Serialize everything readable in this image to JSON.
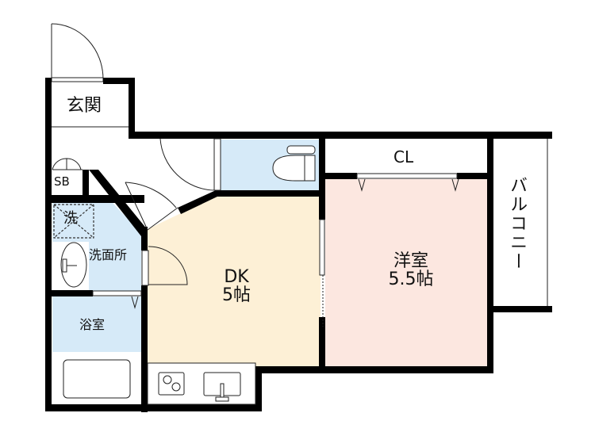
{
  "floorplan": {
    "colors": {
      "wall": "#000000",
      "wet_area": "#d6eaf8",
      "dk": "#fdf0d6",
      "western_room": "#fce7e0",
      "background": "#ffffff"
    },
    "rooms": {
      "genkan": {
        "label": "玄関"
      },
      "shoe_box": {
        "label": "SB"
      },
      "washer": {
        "label": "洗"
      },
      "washroom": {
        "label": "洗面所"
      },
      "bathroom": {
        "label": "浴室"
      },
      "dk": {
        "label": "DK",
        "size": "5帖"
      },
      "western": {
        "label": "洋室",
        "size": "5.5帖"
      },
      "closet": {
        "label": "CL"
      },
      "balcony": {
        "label": "バルコニー"
      }
    },
    "fixtures": [
      "toilet",
      "washbasin",
      "bathtub",
      "stove-2-burner",
      "kitchen-sink",
      "washing-machine-space"
    ]
  }
}
